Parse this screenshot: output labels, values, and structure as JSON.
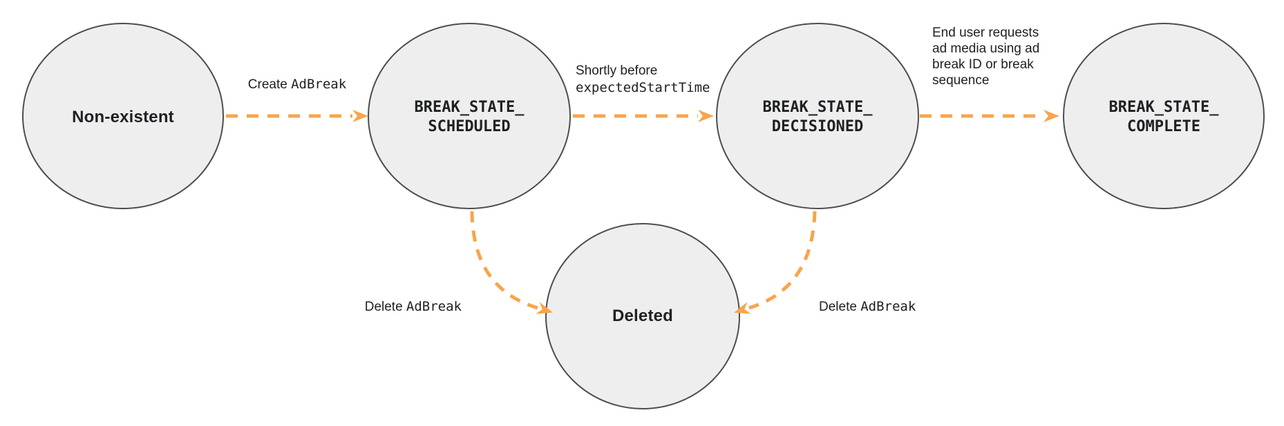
{
  "colors": {
    "arrow": "#F7A54B",
    "node_fill": "#EEEEEE",
    "node_stroke": "#4D4D4F",
    "text": "#202124"
  },
  "states": {
    "non_existent": {
      "label": "Non-existent"
    },
    "scheduled": {
      "line1": "BREAK_STATE_",
      "line2": "SCHEDULED"
    },
    "decisioned": {
      "line1": "BREAK_STATE_",
      "line2": "DECISIONED"
    },
    "complete": {
      "line1": "BREAK_STATE_",
      "line2": "COMPLETE"
    },
    "deleted": {
      "label": "Deleted"
    }
  },
  "transitions": {
    "create": {
      "prefix": "Create ",
      "code": "AdBreak"
    },
    "shortly": {
      "line1": "Shortly before",
      "code_line2": "expectedStartTime"
    },
    "end_user": {
      "lines": [
        "End user requests",
        "ad media using ad",
        "break ID or break",
        "sequence"
      ]
    },
    "delete_left": {
      "prefix": "Delete ",
      "code": "AdBreak"
    },
    "delete_right": {
      "prefix": "Delete ",
      "code": "AdBreak"
    }
  }
}
